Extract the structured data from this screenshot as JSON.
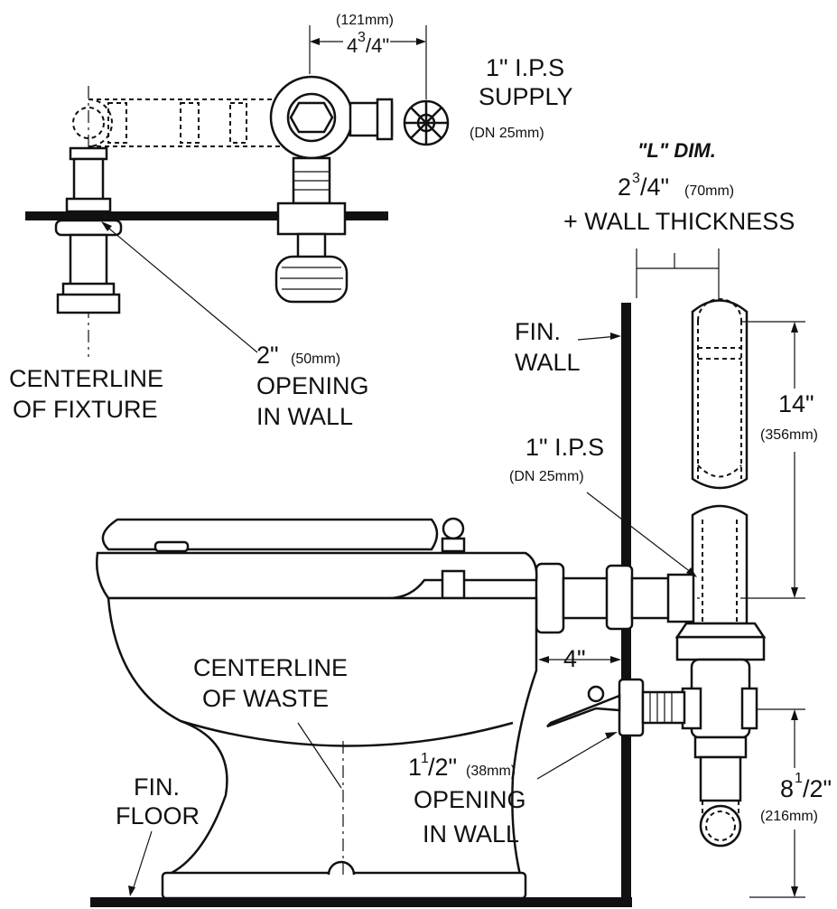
{
  "labels": {
    "top_dim_mm": "(121mm)",
    "top_dim_in_whole": "4",
    "top_dim_in_frac": "3",
    "top_dim_in_den": "/4\"",
    "supply_1": "1\"  I.P.S",
    "supply_2": "SUPPLY",
    "supply_3": "(DN  25mm)",
    "l_dim": "\"L\" DIM.",
    "l_val_whole": "2",
    "l_val_frac": "3",
    "l_val_rest": "/4\"",
    "l_val_mm": "(70mm)",
    "wall_thickness": "+ WALL THICKNESS",
    "fin_wall_1": "FIN.",
    "fin_wall_2": "WALL",
    "cl_fixture_1": "CENTERLINE",
    "cl_fixture_2": "OF  FIXTURE",
    "opening_2_a": "2\"",
    "opening_2_mm": "(50mm)",
    "opening_2_b": "OPENING",
    "opening_2_c": "IN  WALL",
    "dim_14": "14\"",
    "dim_14_mm": "(356mm)",
    "ips_1": "1\" I.P.S",
    "ips_2": "(DN 25mm)",
    "cl_waste_1": "CENTERLINE",
    "cl_waste_2": "OF  WASTE",
    "dim_4": "4\"",
    "fin_floor_1": "FIN.",
    "fin_floor_2": "FLOOR",
    "open15_whole": "1",
    "open15_frac": "1",
    "open15_rest": "/2\"",
    "open15_mm": "(38mm)",
    "open15_b": "OPENING",
    "open15_c": "IN WALL",
    "dim_85_whole": "8",
    "dim_85_frac": "1",
    "dim_85_rest": "/2\"",
    "dim_85_mm": "(216mm)"
  }
}
